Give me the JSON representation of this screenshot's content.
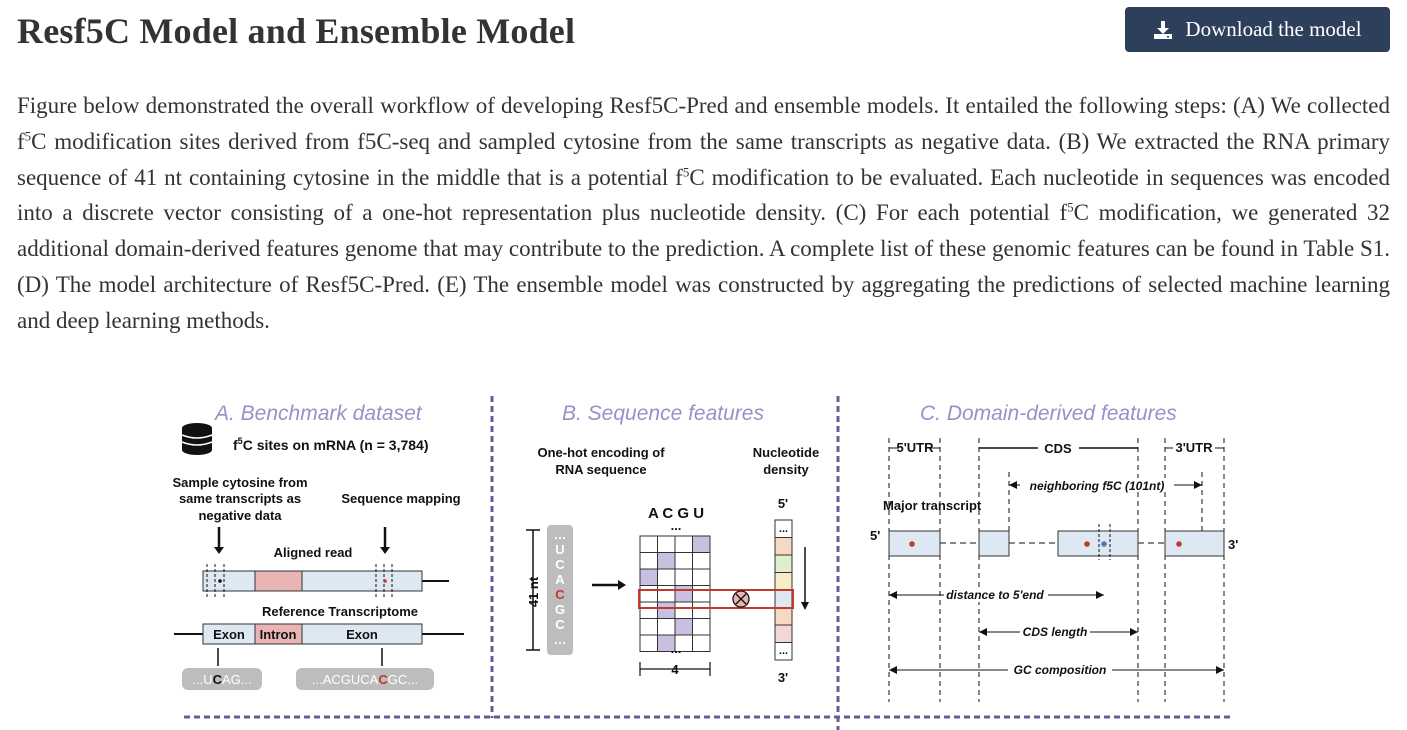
{
  "header": {
    "title": "Resf5C Model and Ensemble Model",
    "download_label": "Download the model"
  },
  "description": {
    "segments": [
      "Figure below demonstrated the overall workflow of developing Resf5C-Pred and ensemble models. It entailed the following steps: (A) We collected f",
      "5",
      "C modification sites derived from f5C-seq and sampled cytosine from the same transcripts as negative data. (B) We extracted the RNA primary sequence of 41 nt containing cytosine in the middle that is a potential f",
      "5",
      "C modification to be evaluated. Each nucleotide in sequences was encoded into a discrete vector consisting of a one-hot representation plus nucleotide density. (C) For each potential f",
      "5",
      "C modification, we generated 32 additional domain-derived features genome that may contribute to the prediction. A complete list of these genomic features can be found in Table S1. (D) The model architecture of Resf5C-Pred. (E) The ensemble model was constructed by aggregating the predictions of selected machine learning and deep learning methods."
    ]
  },
  "figure": {
    "panel_a": {
      "title": "A. Benchmark dataset",
      "sites_prefix": "f",
      "sites_sup": "5",
      "sites_text": "C sites on mRNA (n = 3,784)",
      "sample_line1": "Sample cytosine from",
      "sample_line2": "same transcripts as",
      "sample_line3": "negative data",
      "sequence_mapping": "Sequence mapping",
      "aligned_read": "Aligned read",
      "reference": "Reference Transcriptome",
      "exon1": "Exon",
      "intron": "Intron",
      "exon2": "Exon",
      "seq1_a": "...U",
      "seq1_c": "C",
      "seq1_b": "AG...",
      "seq2_a": "...ACGUCA",
      "seq2_c": "C",
      "seq2_b": "GC..."
    },
    "panel_b": {
      "title": "B. Sequence features",
      "onehot_line1": "One-hot encoding of",
      "onehot_line2": "RNA sequence",
      "density_line1": "Nucleotide",
      "density_line2": "density",
      "bases": "A C G U",
      "nt_label": "41 nt",
      "five_prime": "5'",
      "three_prime": "3'",
      "dots": "...",
      "width_label": "4",
      "vseq": [
        "…",
        "U",
        "C",
        "A",
        "C",
        "G",
        "C",
        "…"
      ]
    },
    "panel_c": {
      "title": "C. Domain-derived features",
      "utr5": "5'UTR",
      "cds": "CDS",
      "utr3": "3'UTR",
      "neighboring": "neighboring f5C (101nt)",
      "major": "Major transcript",
      "five_prime": "5'",
      "three_prime": "3'",
      "distance": "distance to 5'end",
      "cds_length": "CDS length",
      "gc": "GC composition"
    },
    "colors": {
      "exon": "#dde8f2",
      "intron": "#e8b4b4",
      "purple": "#c9bfe0",
      "accent_red": "#c0392b",
      "title_purple": "#9b8fc7",
      "button": "#2e3f5c"
    }
  }
}
